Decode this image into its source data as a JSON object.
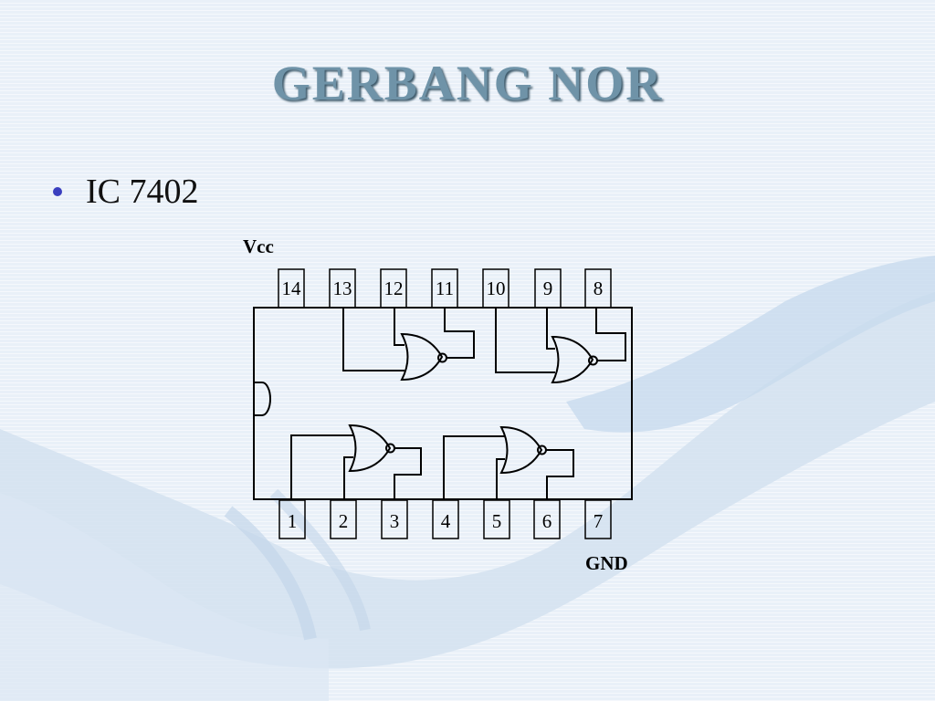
{
  "slide": {
    "title": "GERBANG  NOR",
    "bullets": [
      "IC 7402"
    ]
  },
  "diagram": {
    "vcc_label": "Vcc",
    "gnd_label": "GND",
    "top_pins": [
      "14",
      "13",
      "12",
      "11",
      "10",
      "9",
      "8"
    ],
    "bottom_pins": [
      "1",
      "2",
      "3",
      "4",
      "5",
      "6",
      "7"
    ]
  }
}
